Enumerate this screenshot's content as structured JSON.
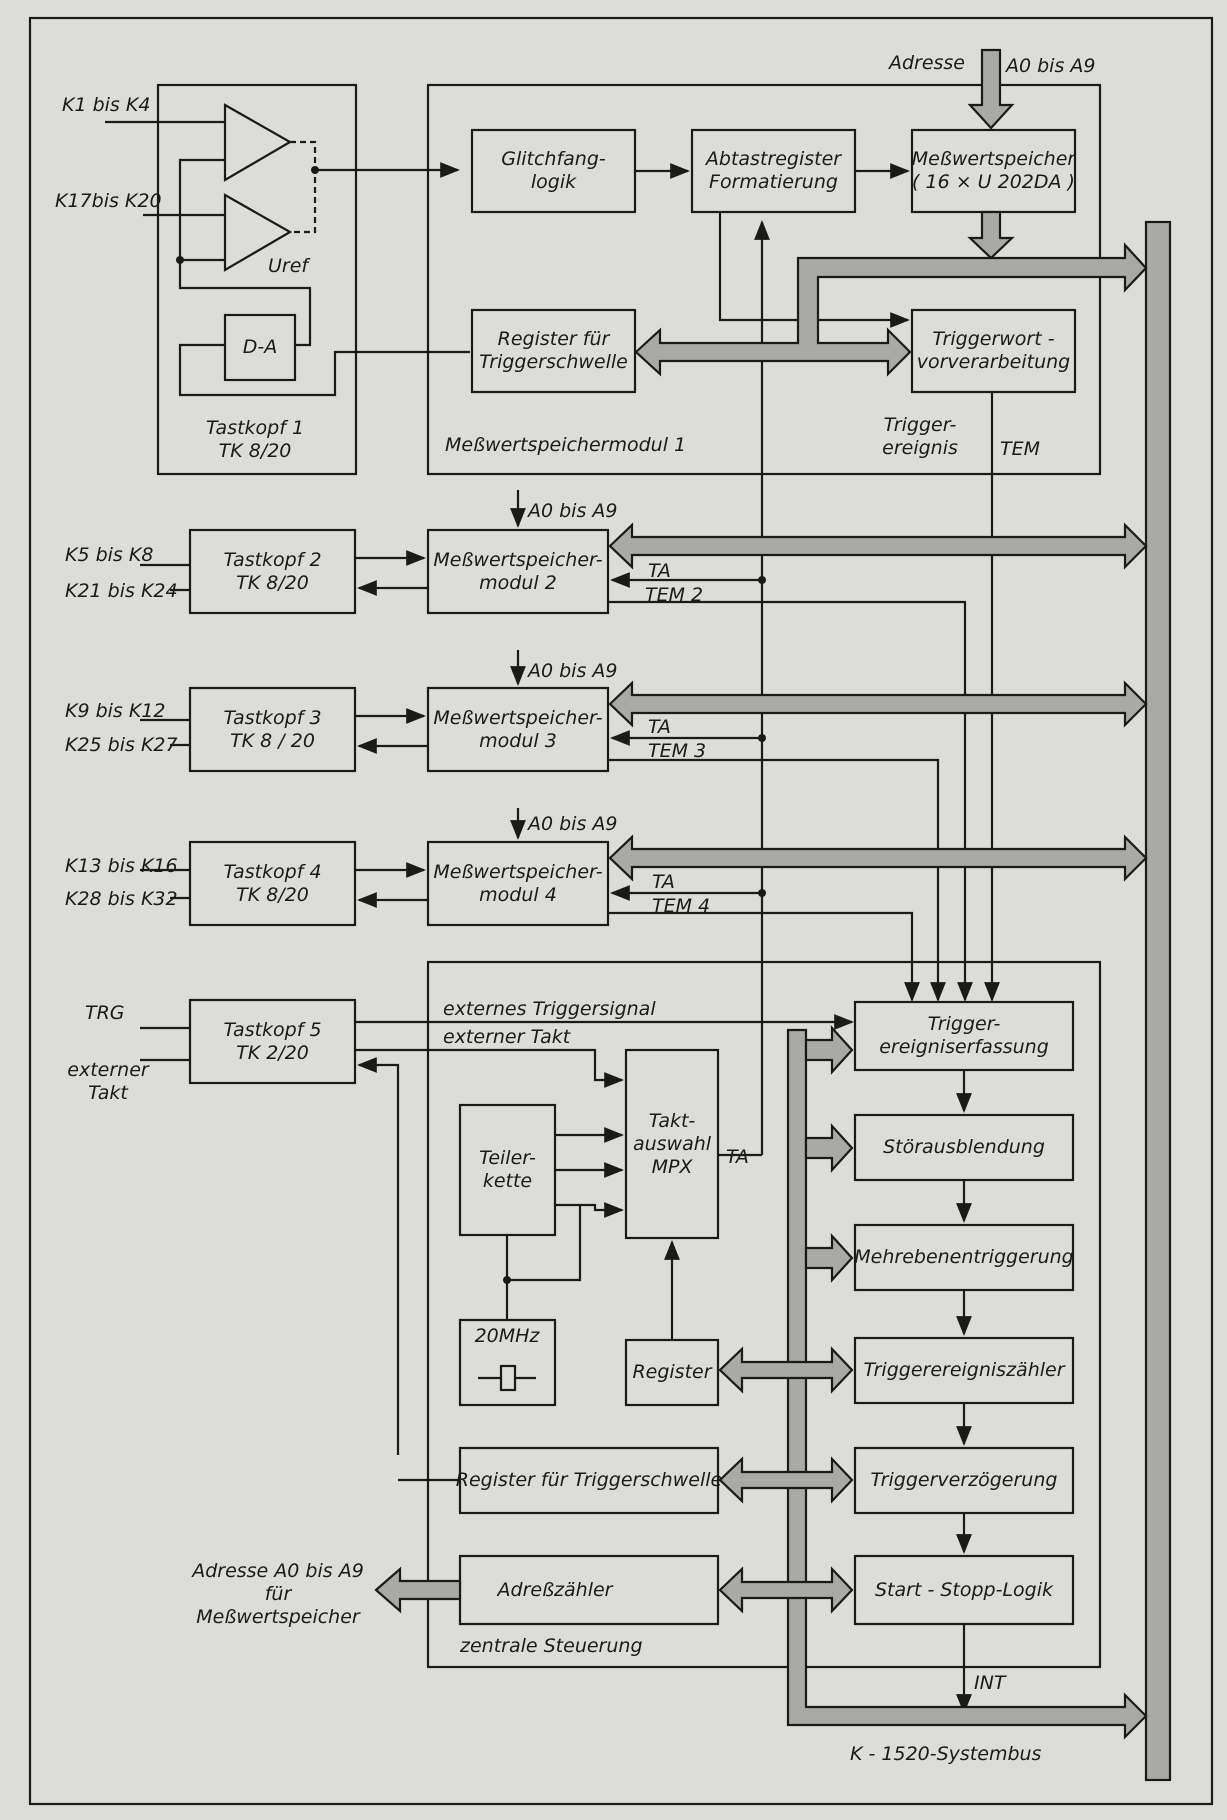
{
  "module1": {
    "title": "Meßwertspeichermodul 1",
    "probe": "Tastkopf  1\nTK 8/20",
    "in_a": "K1 bis K4",
    "in_b": "K17bis K20",
    "uref": "Uref",
    "da": "D-A",
    "glitch": "Glitchfang-\nlogik",
    "abtast": "Abtastregister\nFormatierung",
    "messspeicher": "Meßwertspeicher\n( 16 × U 202DA )",
    "register": "Register für\nTriggerschwelle",
    "triggerwort": "Triggerwort -\nvorverarbeitung",
    "adresse": "Adresse",
    "a0a9": "A0 bis A9",
    "trigger_event": "Trigger-\nereignis",
    "tem": "TEM"
  },
  "modules": [
    {
      "probe": "Tastkopf  2\nTK 8/20",
      "name": "Meßwertspeicher-\nmodul 2",
      "in_a": "K5 bis K8",
      "in_b": "K21 bis K24",
      "addr": "A0  bis A9",
      "ta": "TA",
      "tem": "TEM 2"
    },
    {
      "probe": "Tastkopf  3\nTK 8 / 20",
      "name": "Meßwertspeicher-\nmodul 3",
      "in_a": "K9  bis K12",
      "in_b": "K25 bis K27",
      "addr": "A0 bis A9",
      "ta": "TA",
      "tem": "TEM 3"
    },
    {
      "probe": "Tastkopf 4\nTK 8/20",
      "name": "Meßwertspeicher-\nmodul 4",
      "in_a": "K13 bis K16",
      "in_b": "K28 bis K32",
      "addr": "A0 bis A9",
      "ta": "TA",
      "tem": "TEM 4"
    }
  ],
  "central": {
    "title": "zentrale  Steuerung",
    "probe": "Tastkopf 5\nTK 2/20",
    "trg": "TRG",
    "ext_takt_in": "externer\nTakt",
    "ext_trigger": "externes Triggersignal",
    "ext_takt": "externer Takt",
    "teiler": "Teiler-\nkette",
    "osc": "20MHz",
    "mux": "Takt-\nauswahl\nMPX",
    "ta": "TA",
    "register": "Register",
    "reg_schwelle": "Register für Triggerschwelle",
    "adresszaehler": "Adreßzähler",
    "addr_out": "Adresse A0 bis A9\nfür\nMeßwertspeicher",
    "chain": [
      "Trigger-\nereigniserfassung",
      "Störausblendung",
      "Mehrebenentriggerung",
      "Triggerereigniszähler",
      "Triggerverzögerung",
      "Start - Stopp-Logik"
    ],
    "int": "INT"
  },
  "bus": {
    "label": "K - 1520-Systembus"
  },
  "colors": {
    "background": "#dcdcd8",
    "ink": "#1a1a1a",
    "bus_fill": "#a9a9a6"
  }
}
